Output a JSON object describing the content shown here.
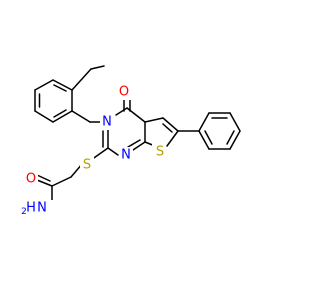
{
  "molecule": {
    "atom_labels": {
      "oxygen_carbonyl": "O",
      "oxygen_amide": "O",
      "nitrogen_ring_3": "N",
      "nitrogen_ring_1": "N",
      "sulfur_thioether": "S",
      "sulfur_thiophene": "S",
      "amide_nitrogen": "N",
      "amide_hydrogens": "H",
      "amide_hydrogen_count": "2"
    },
    "colors": {
      "bond": "#000000",
      "oxygen": "#ff0000",
      "nitrogen": "#0000ff",
      "sulfur": "#b8a000"
    }
  }
}
